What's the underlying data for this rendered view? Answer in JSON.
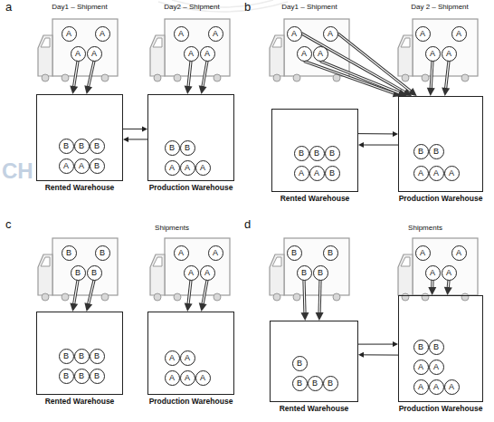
{
  "diagram": {
    "nodes": [
      {
        "text": [
          "A"
        ]
      },
      {
        "text": [
          "A"
        ]
      },
      {
        "text": [
          "A"
        ]
      },
      {
        "text": [
          "A"
        ]
      },
      {
        "text": [
          "A"
        ]
      },
      {
        "text": [
          "A"
        ]
      },
      {
        "text": [
          "A"
        ]
      },
      {
        "text": [
          "A"
        ]
      },
      {
        "text": [
          "Rented Warehouse"
        ]
      },
      {
        "text": [
          "B"
        ],
        "in": 8
      },
      {
        "text": [
          "B"
        ],
        "in": 8
      },
      {
        "text": [
          "B"
        ],
        "in": 8
      },
      {
        "text": [
          "A"
        ],
        "in": 8
      },
      {
        "text": [
          "A"
        ],
        "in": 8
      },
      {
        "text": [
          "B"
        ],
        "in": 8
      },
      {
        "text": [
          "Production Warehouse"
        ]
      },
      {
        "text": [
          "B"
        ],
        "in": 15
      },
      {
        "text": [
          "B"
        ],
        "in": 15
      },
      {
        "text": [
          "A"
        ],
        "in": 15
      },
      {
        "text": [
          "A"
        ],
        "in": 15
      },
      {
        "text": [
          "A"
        ],
        "in": 15
      },
      {
        "text": [
          "A"
        ]
      },
      {
        "text": [
          "A"
        ]
      },
      {
        "text": [
          "A"
        ]
      },
      {
        "text": [
          "A"
        ]
      },
      {
        "text": [
          "A"
        ]
      },
      {
        "text": [
          "A"
        ]
      },
      {
        "text": [
          "A"
        ]
      },
      {
        "text": [
          "A"
        ]
      },
      {
        "text": [
          "Rented Warehouse"
        ]
      },
      {
        "text": [
          "B"
        ],
        "in": 29
      },
      {
        "text": [
          "B"
        ],
        "in": 29
      },
      {
        "text": [
          "B"
        ],
        "in": 29
      },
      {
        "text": [
          "A"
        ],
        "in": 29
      },
      {
        "text": [
          "A"
        ],
        "in": 29
      },
      {
        "text": [
          "B"
        ],
        "in": 29
      },
      {
        "text": [
          "Production Warehouse"
        ]
      },
      {
        "text": [
          "B"
        ],
        "in": 36
      },
      {
        "text": [
          "B"
        ],
        "in": 36
      },
      {
        "text": [
          "A"
        ],
        "in": 36
      },
      {
        "text": [
          "A"
        ],
        "in": 36
      },
      {
        "text": [
          "A"
        ],
        "in": 36
      },
      {
        "text": [
          "B"
        ]
      },
      {
        "text": [
          "B"
        ]
      },
      {
        "text": [
          "B"
        ]
      },
      {
        "text": [
          "B"
        ]
      },
      {
        "text": [
          "A"
        ]
      },
      {
        "text": [
          "A"
        ]
      },
      {
        "text": [
          "A"
        ]
      },
      {
        "text": [
          "A"
        ]
      },
      {
        "text": [
          "Rented Warehouse"
        ]
      },
      {
        "text": [
          "B"
        ],
        "in": 50
      },
      {
        "text": [
          "B"
        ],
        "in": 50
      },
      {
        "text": [
          "B"
        ],
        "in": 50
      },
      {
        "text": [
          "B"
        ],
        "in": 50
      },
      {
        "text": [
          "B"
        ],
        "in": 50
      },
      {
        "text": [
          "B"
        ],
        "in": 50
      },
      {
        "text": [
          "Production Warehouse"
        ]
      },
      {
        "text": [
          "A"
        ],
        "in": 57
      },
      {
        "text": [
          "A"
        ],
        "in": 57
      },
      {
        "text": [
          "A"
        ],
        "in": 57
      },
      {
        "text": [
          "A"
        ],
        "in": 57
      },
      {
        "text": [
          "A"
        ],
        "in": 57
      },
      {
        "text": [
          "B"
        ]
      },
      {
        "text": [
          "B"
        ]
      },
      {
        "text": [
          "B"
        ]
      },
      {
        "text": [
          "B"
        ]
      },
      {
        "text": [
          "A"
        ]
      },
      {
        "text": [
          "A"
        ]
      },
      {
        "text": [
          "A"
        ]
      },
      {
        "text": [
          "A"
        ]
      },
      {
        "text": [
          "Rented Warehouse"
        ]
      },
      {
        "text": [
          "B"
        ],
        "in": 71
      },
      {
        "text": [
          "B"
        ],
        "in": 71
      },
      {
        "text": [
          "B"
        ],
        "in": 71
      },
      {
        "text": [
          "B"
        ],
        "in": 71
      },
      {
        "text": [
          "Production Warehouse"
        ]
      },
      {
        "text": [
          "B"
        ],
        "in": 76
      },
      {
        "text": [
          "B"
        ],
        "in": 76
      },
      {
        "text": [
          "A"
        ],
        "in": 76
      },
      {
        "text": [
          "A"
        ],
        "in": 76
      },
      {
        "text": [
          "A"
        ],
        "in": 76
      },
      {
        "text": [
          "A"
        ],
        "in": 76
      },
      {
        "text": [
          "A"
        ],
        "in": 76
      }
    ],
    "edges": [
      {
        "from": 2,
        "to": 8,
        "arrow": "to"
      },
      {
        "from": 3,
        "to": 8,
        "arrow": "to"
      },
      {
        "from": 6,
        "to": 15,
        "arrow": "to"
      },
      {
        "from": 7,
        "to": 15,
        "arrow": "to"
      },
      {
        "from": 8,
        "to": 15,
        "arrow": "to"
      },
      {
        "from": 15,
        "to": 8,
        "arrow": "to"
      },
      {
        "from": 21,
        "to": 36,
        "arrow": "to"
      },
      {
        "from": 22,
        "to": 36,
        "arrow": "to"
      },
      {
        "from": 23,
        "to": 36,
        "arrow": "to"
      },
      {
        "from": 24,
        "to": 36,
        "arrow": "to"
      },
      {
        "from": 27,
        "to": 36,
        "arrow": "to"
      },
      {
        "from": 28,
        "to": 36,
        "arrow": "to"
      },
      {
        "from": 29,
        "to": 36,
        "arrow": "to"
      },
      {
        "from": 36,
        "to": 29,
        "arrow": "to"
      },
      {
        "from": 44,
        "to": 50,
        "arrow": "to"
      },
      {
        "from": 45,
        "to": 50,
        "arrow": "to"
      },
      {
        "from": 48,
        "to": 57,
        "arrow": "to"
      },
      {
        "from": 49,
        "to": 57,
        "arrow": "to"
      },
      {
        "from": 65,
        "to": 71,
        "arrow": "to"
      },
      {
        "from": 66,
        "to": 71,
        "arrow": "to"
      },
      {
        "from": 69,
        "to": 76,
        "arrow": "to"
      },
      {
        "from": 70,
        "to": 76,
        "arrow": "to"
      },
      {
        "from": 71,
        "to": 76,
        "arrow": "to"
      },
      {
        "from": 76,
        "to": 71,
        "arrow": "to"
      }
    ],
    "labels": [
      "a",
      "Day1 – Shipment",
      "Day2 – Shipment",
      "b",
      "Day1 – Shipment",
      "Day 2 – Shipment",
      "c",
      "Shipments",
      "d",
      "Shipments",
      "CH"
    ]
  }
}
